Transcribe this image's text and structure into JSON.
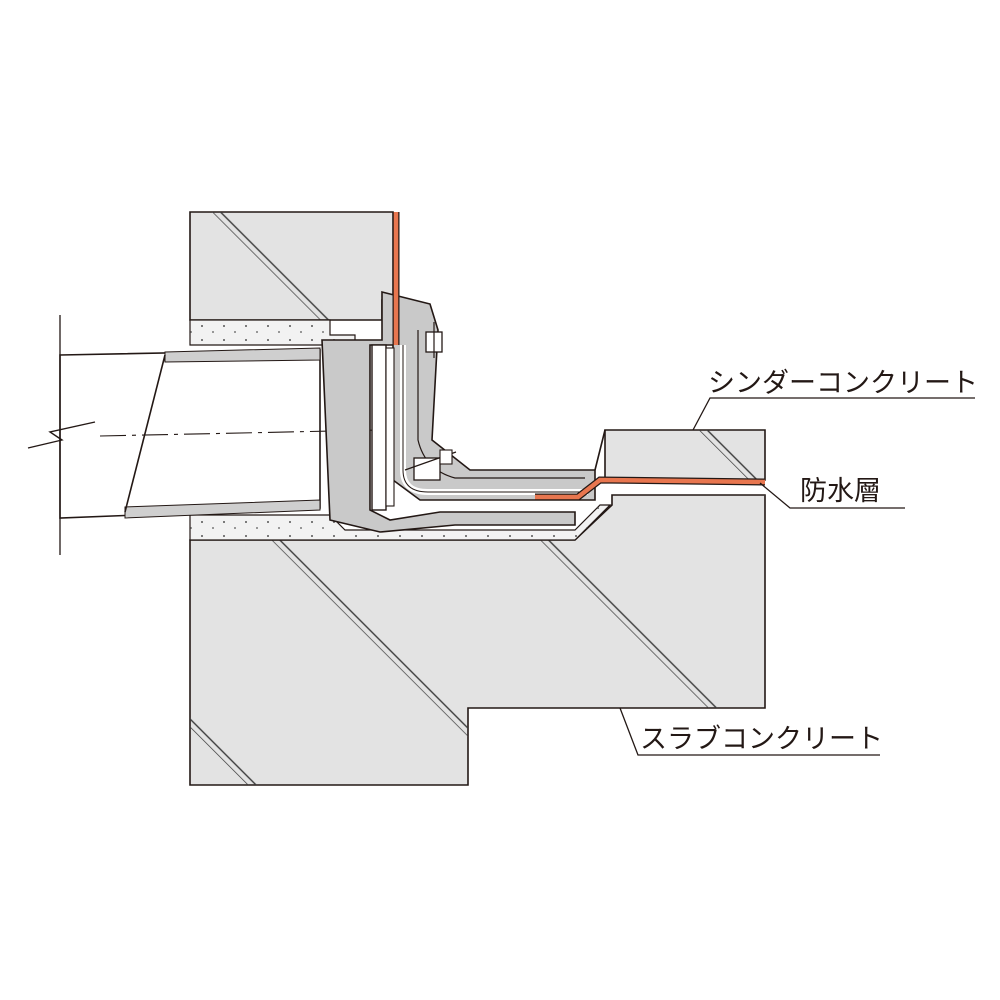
{
  "labels": {
    "cinder_concrete": "シンダーコンクリート",
    "waterproof_layer": "防水層",
    "slab_concrete": "スラブコンクリート"
  },
  "colors": {
    "concrete_fill": "#e3e3e3",
    "mortar_fill": "#f2f2f2",
    "drain_fitting": "#c9c9c9",
    "waterproof_membrane": "#e8764f",
    "hatch_line": "#3a3a3a",
    "outline": "#231815"
  },
  "icons": {
    "break_line": "break-line-symbol",
    "bolt": "bolt-icon"
  }
}
